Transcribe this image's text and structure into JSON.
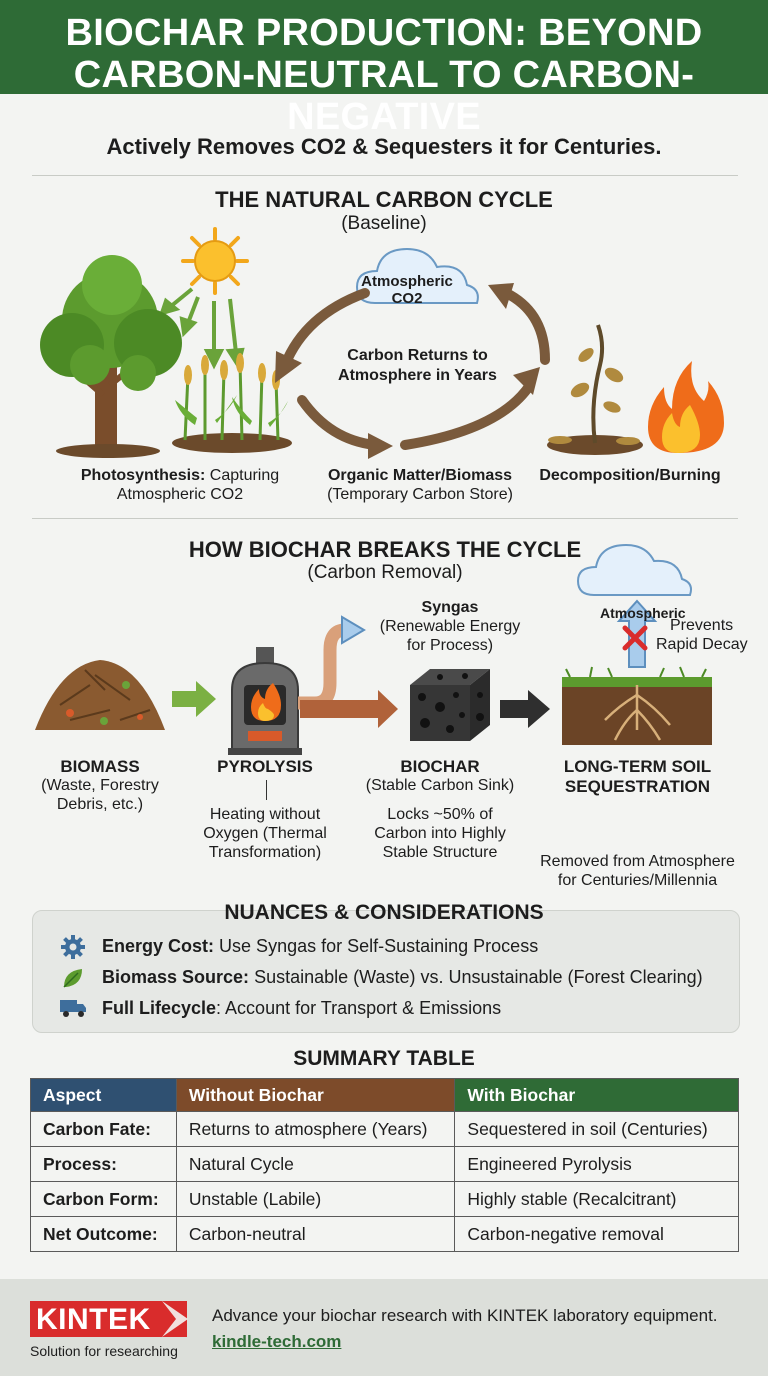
{
  "header": {
    "title_line1": "BIOCHAR PRODUCTION: BEYOND",
    "title_line2": "CARBON-NEUTRAL TO CARBON-NEGATIVE"
  },
  "subtitle": "Actively Removes CO2 & Sequesters it for Centuries.",
  "natural_cycle": {
    "title": "THE NATURAL CARBON CYCLE",
    "subtitle": "(Baseline)",
    "cloud_line1": "Atmospheric",
    "cloud_line2": "CO2",
    "center_line1": "Carbon Returns to",
    "center_line2": "Atmosphere in Years",
    "photo_bold": "Photosynthesis:",
    "photo_rest": "Capturing",
    "photo_line2": "Atmospheric CO2",
    "organic_line1": "Organic Matter/Biomass",
    "organic_line2": "(Temporary Carbon Store)",
    "decomp": "Decomposition/Burning"
  },
  "biochar_cycle": {
    "title": "HOW BIOCHAR BREAKS THE CYCLE",
    "subtitle": "(Carbon Removal)",
    "cloud": "Atmospheric",
    "prevents_line1": "Prevents",
    "prevents_line2": "Rapid Decay",
    "syngas_title": "Syngas",
    "syngas_line1": "(Renewable Energy",
    "syngas_line2": "for Process)",
    "biomass_title": "BIOMASS",
    "biomass_line1": "(Waste, Forestry",
    "biomass_line2": "Debris, etc.)",
    "pyrolysis_title": "PYROLYSIS",
    "pyrolysis_line1": "Heating without",
    "pyrolysis_line2": "Oxygen (Thermal",
    "pyrolysis_line3": "Transformation)",
    "biochar_title": "BIOCHAR",
    "biochar_sub": "(Stable Carbon Sink)",
    "biochar_line1": "Locks ~50% of",
    "biochar_line2": "Carbon into Highly",
    "biochar_line3": "Stable Structure",
    "soil_line1": "LONG-TERM SOIL",
    "soil_line2": "SEQUESTRATION",
    "removed_line1": "Removed from Atmosphere",
    "removed_line2": "for Centuries/Millennia"
  },
  "nuances": {
    "title": "NUANCES & CONSIDERATIONS",
    "items": [
      {
        "icon": "gear-icon",
        "bold": "Energy Cost:",
        "text": "Use Syngas for Self-Sustaining Process"
      },
      {
        "icon": "leaf-icon",
        "bold": "Biomass Source:",
        "text": "Sustainable (Waste) vs. Unsustainable (Forest Clearing)"
      },
      {
        "icon": "truck-icon",
        "bold": "Full Lifecycle",
        "text": ": Account for Transport & Emissions"
      }
    ]
  },
  "summary": {
    "title": "SUMMARY TABLE",
    "headers": [
      "Aspect",
      "Without Biochar",
      "With Biochar"
    ],
    "header_colors": [
      "#2f5071",
      "#7d4b2a",
      "#2f6b36"
    ],
    "rows": [
      [
        "Carbon Fate:",
        "Returns to atmosphere (Years)",
        "Sequestered in soil (Centuries)"
      ],
      [
        "Process:",
        "Natural Cycle",
        "Engineered Pyrolysis"
      ],
      [
        "Carbon Form:",
        "Unstable (Labile)",
        "Highly stable (Recalcitrant)"
      ],
      [
        "Net Outcome:",
        "Carbon-neutral",
        "Carbon-negative removal"
      ]
    ]
  },
  "footer": {
    "logo": "KINTEK",
    "tagline": "Solution for researching",
    "message": "Advance your biochar research with KINTEK laboratory equipment.",
    "link": "kindle-tech.com"
  },
  "colors": {
    "header_green": "#2e6b36",
    "arrow_brown": "#7a5a3c",
    "arrow_green": "#6aa33a",
    "logo_red": "#d92c2c"
  }
}
